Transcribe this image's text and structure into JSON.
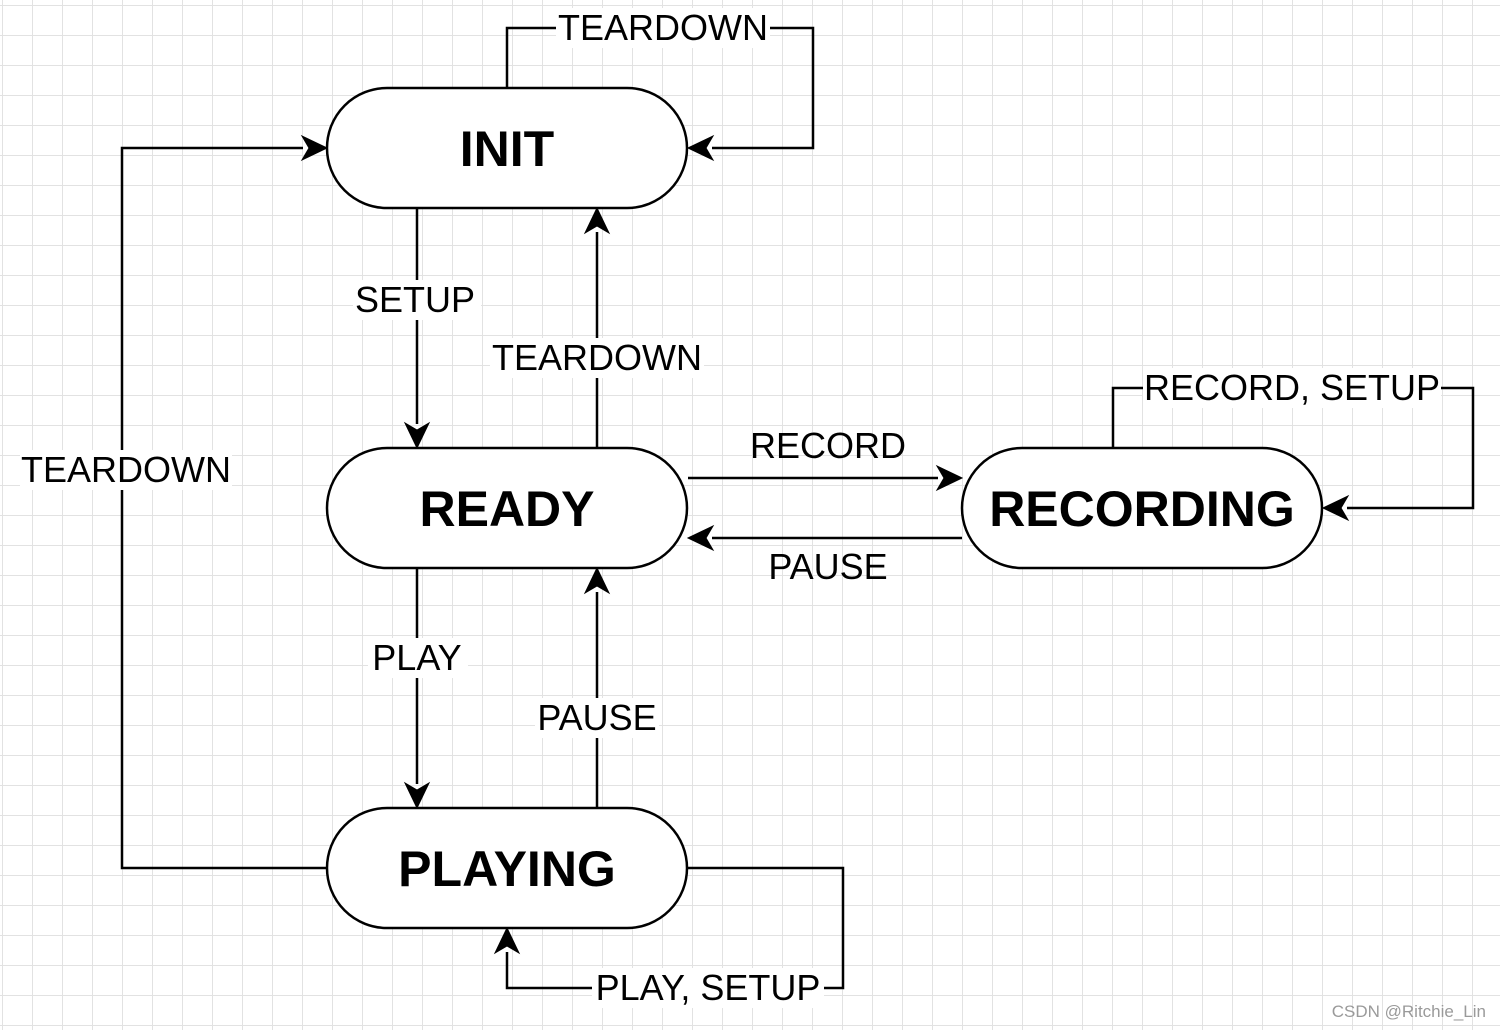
{
  "states": {
    "init": "INIT",
    "ready": "READY",
    "playing": "PLAYING",
    "recording": "RECORDING"
  },
  "transitions": {
    "init_self": "TEARDOWN",
    "init_to_ready": "SETUP",
    "ready_to_init": "TEARDOWN",
    "playing_to_init": "TEARDOWN",
    "ready_to_recording": "RECORD",
    "recording_to_ready": "PAUSE",
    "recording_self": "RECORD, SETUP",
    "ready_to_playing": "PLAY",
    "playing_to_ready": "PAUSE",
    "playing_self": "PLAY, SETUP"
  },
  "watermark": "CSDN @Ritchie_Lin"
}
